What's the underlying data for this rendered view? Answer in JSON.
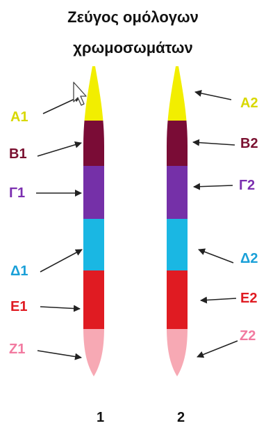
{
  "title": {
    "line1": "Ζεύγος ομόλογων",
    "line2": "χρωμοσωμάτων"
  },
  "chromosomes": [
    {
      "number": "1",
      "segments": [
        {
          "label": "Α1",
          "color": "#f2ee00"
        },
        {
          "label": "Β1",
          "color": "#7a0c36"
        },
        {
          "label": "Γ1",
          "color": "#7530a8"
        },
        {
          "label": "Δ1",
          "color": "#1ab7e3"
        },
        {
          "label": "Ε1",
          "color": "#e01b22"
        },
        {
          "label": "Ζ1",
          "color": "#f7a9b4"
        }
      ]
    },
    {
      "number": "2",
      "segments": [
        {
          "label": "Α2",
          "color": "#f2ee00"
        },
        {
          "label": "Β2",
          "color": "#7a0c36"
        },
        {
          "label": "Γ2",
          "color": "#7530a8"
        },
        {
          "label": "Δ2",
          "color": "#1ab7e3"
        },
        {
          "label": "Ε2",
          "color": "#e01b22"
        },
        {
          "label": "Ζ2",
          "color": "#f7a9b4"
        }
      ]
    }
  ],
  "label_colors": {
    "A": "#d8d800",
    "B": "#7a1030",
    "G": "#7b2fb0",
    "D": "#1aa0d8",
    "E": "#e01b22",
    "Z": "#f27aa0"
  },
  "cursor_icon": "mouse-pointer-icon"
}
